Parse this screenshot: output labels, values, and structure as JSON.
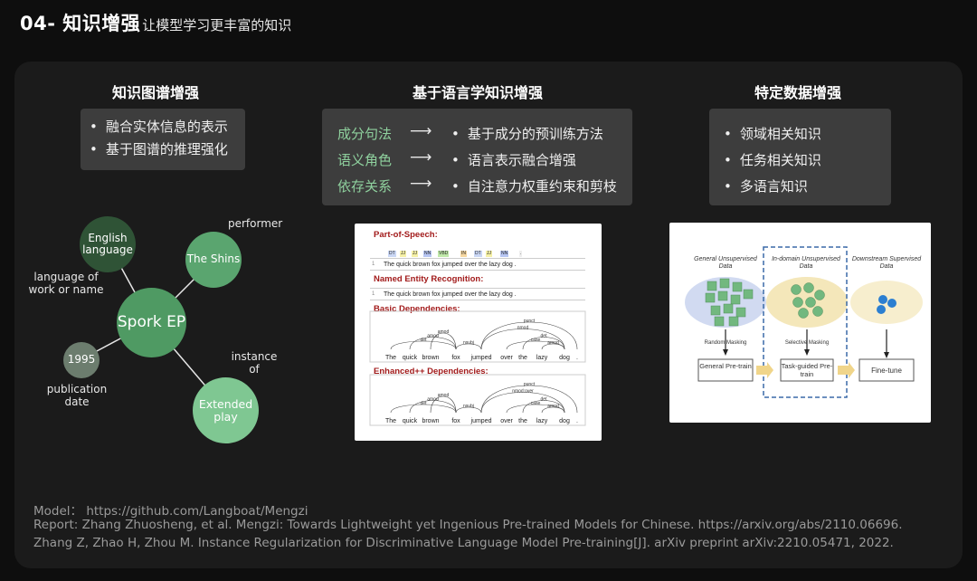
{
  "title": {
    "main": "04- 知识增强",
    "sub": "让模型学习更丰富的知识"
  },
  "columns": [
    {
      "heading": "知识图谱增强",
      "bullets": [
        "融合实体信息的表示",
        "基于图谱的推理强化"
      ]
    },
    {
      "heading": "基于语言学知识增强",
      "rows": [
        {
          "left": "成分句法",
          "arrow": "⟶",
          "right": "基于成分的预训练方法"
        },
        {
          "left": "语义角色",
          "arrow": "⟶",
          "right": "语言表示融合增强"
        },
        {
          "left": "依存关系",
          "arrow": "⟶",
          "right": "自注意力权重约束和剪枝"
        }
      ]
    },
    {
      "heading": "特定数据增强",
      "bullets": [
        "领域相关知识",
        "任务相关知识",
        "多语言知识"
      ]
    }
  ],
  "graph": {
    "nodes": {
      "center": "Spork EP",
      "english": "English language",
      "shins": "The Shins",
      "year": "1995",
      "extended": "Extended play"
    },
    "edges": {
      "performer": "performer",
      "language": "language of work or name",
      "publication": "publication date",
      "instance": "instance of"
    },
    "colors": {
      "dark": "#2f5336",
      "mid": "#5aa56f",
      "light": "#7fc792",
      "gray": "#6c7d6e"
    }
  },
  "nlp_figure": {
    "sections": [
      "Part-of-Speech:",
      "Named Entity Recognition:",
      "Basic Dependencies:",
      "Enhanced++ Dependencies:"
    ],
    "sentence": "The quick brown fox jumped over the lazy dog .",
    "tags": [
      "DT",
      "JJ",
      "JJ",
      "NN",
      "VBD",
      "IN",
      "DT",
      "JJ",
      "NN",
      "."
    ],
    "dep_words": [
      "The",
      "quick",
      "brown",
      "fox",
      "jumped",
      "over",
      "the",
      "lazy",
      "dog",
      "."
    ],
    "dep_labels": [
      "det",
      "amod",
      "amod",
      "nsubj",
      "case",
      "nmod",
      "det",
      "amod",
      "punct"
    ],
    "enh_labels": [
      "det",
      "amod",
      "amod",
      "nsubj",
      "case",
      "nmod:over",
      "det",
      "amod",
      "punct"
    ]
  },
  "pipeline_figure": {
    "titles": [
      "General Unsupervised Data",
      "In-domain Unsupervised Data",
      "Downstream Supervised Data"
    ],
    "masking": [
      "Random Masking",
      "Selective Masking"
    ],
    "stages": [
      "General Pre-train",
      "Task-guided Pre-train",
      "Fine-tune"
    ]
  },
  "references": {
    "model": "Model：  https://github.com/Langboat/Mengzi",
    "report": "Report: Zhang Zhuosheng, et al. Mengzi: Towards Lightweight yet Ingenious Pre-trained Models for Chinese. https://arxiv.org/abs/2110.06696.",
    "paper": "Zhang Z, Zhao H, Zhou M. Instance Regularization for Discriminative Language Model Pre-training[J]. arXiv preprint arXiv:2210.05471, 2022."
  }
}
